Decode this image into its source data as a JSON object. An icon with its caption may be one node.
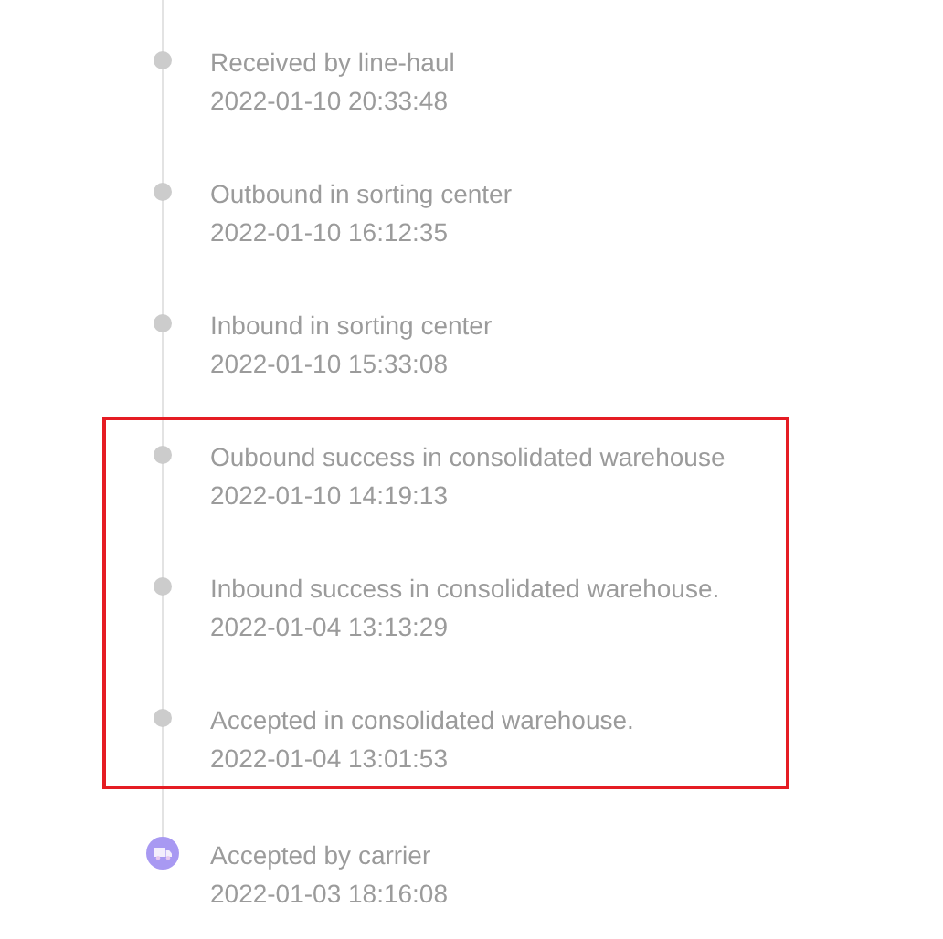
{
  "diagram": {
    "nodes": [
      {
        "text": [
          "Received by line-haul",
          "2022-01-10 20:33:48"
        ]
      },
      {
        "text": [
          "Outbound in sorting center",
          "2022-01-10 16:12:35"
        ]
      },
      {
        "text": [
          "Inbound in sorting center",
          "2022-01-10 15:33:08"
        ]
      },
      {
        "text": [],
        "shape": "box"
      },
      {
        "text": [
          "Oubound success in consolidated warehouse",
          "2022-01-10 14:19:13"
        ],
        "in": 3
      },
      {
        "text": [
          "Inbound success in consolidated warehouse.",
          "2022-01-04 13:13:29"
        ],
        "in": 3
      },
      {
        "text": [
          "Accepted in consolidated warehouse.",
          "2022-01-04 13:01:53"
        ],
        "in": 3
      },
      {
        "text": [
          "Accepted by carrier",
          "2022-01-03 18:16:08"
        ]
      }
    ]
  }
}
